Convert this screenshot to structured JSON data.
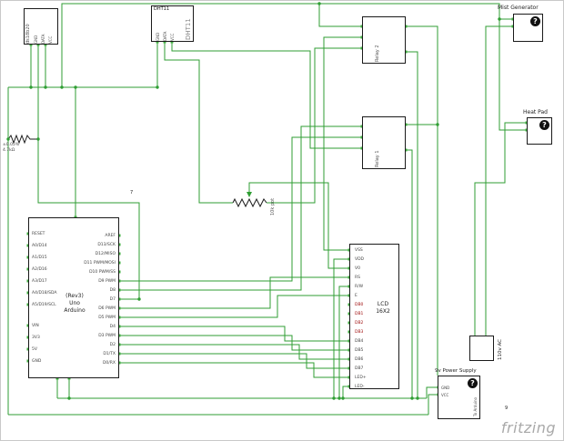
{
  "brand": {
    "logo_text": "fritzing"
  },
  "labels": {
    "node7": "7",
    "node9": "9",
    "ac": "110v AC"
  },
  "ds18b20": {
    "name": "ds18b20",
    "pins": [
      "GND",
      "DATA",
      "VCC"
    ]
  },
  "dht11": {
    "title": "DHT11",
    "chip": "DHT11",
    "pins": [
      "GND",
      "DATA",
      "VCC"
    ]
  },
  "relay2": {
    "label": "Relay 2"
  },
  "relay1": {
    "label": "Relay 1"
  },
  "mist": {
    "label": "Mist Generator"
  },
  "heatpad": {
    "label": "Heat Pad"
  },
  "resistor": {
    "tolerance": "±0.05%",
    "value": "4.7kΩ"
  },
  "pot": {
    "label": "10k pot"
  },
  "arduino": {
    "title": [
      "(Rev3)",
      "Uno",
      "Arduino"
    ],
    "left_pins": [
      "RESET",
      "A0/D14",
      "A1/D15",
      "A2/D16",
      "A3/D17",
      "A4/D18/SDA",
      "A5/D19/SCL",
      "VIN",
      "3V3",
      "5V",
      "GND"
    ],
    "right_pins": [
      "AREF",
      "D13/SCK",
      "D12/MISO",
      "D11 PWM/MOSI",
      "D10 PWM/SS",
      "D9 PWM",
      "D8",
      "D7",
      "D6 PWM",
      "D5 PWM",
      "D4",
      "D3 PWM",
      "D2",
      "D1/TX",
      "D0/RX"
    ]
  },
  "lcd": {
    "title": [
      "LCD",
      "16X2"
    ],
    "pins": [
      "VSS",
      "VDD",
      "V0",
      "RS",
      "R/W",
      "E",
      "DB0",
      "DB1",
      "DB2",
      "DB3",
      "DB4",
      "DB5",
      "DB6",
      "DB7",
      "LED+",
      "LED-"
    ]
  },
  "psu": {
    "label": "9v Power Supply",
    "pin_labels": [
      "GND",
      "VCC"
    ],
    "note": "To Arduino"
  }
}
